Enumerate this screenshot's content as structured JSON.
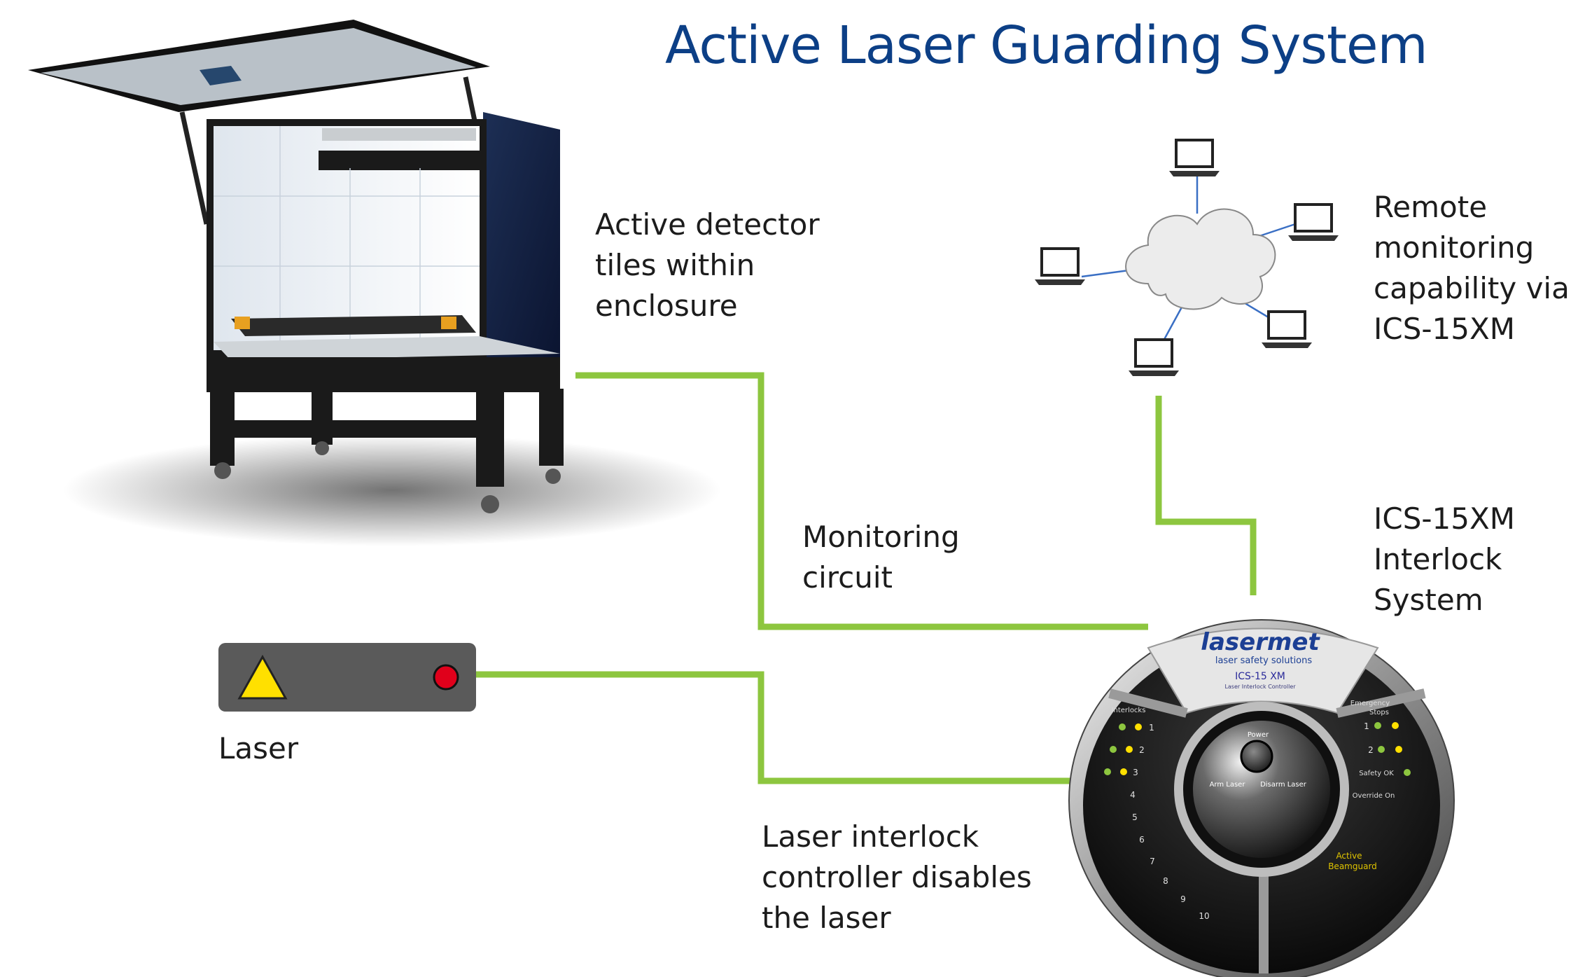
{
  "title": "Active Laser Guarding System",
  "labels": {
    "detector": [
      "Active detector",
      "tiles within",
      "enclosure"
    ],
    "remote": [
      "Remote",
      "monitoring",
      "capability via",
      "ICS-15XM"
    ],
    "monitoring": [
      "Monitoring",
      "circuit"
    ],
    "ics": [
      "ICS-15XM",
      "Interlock",
      "System"
    ],
    "laser": "Laser",
    "controller": [
      "Laser interlock",
      "controller disables",
      "the laser"
    ]
  },
  "controller_panel": {
    "brand": "lasermet",
    "tagline": "laser safety solutions",
    "model": "ICS-15 XM",
    "model_sub": "Laser Interlock Controller",
    "interlocks_label": "Interlocks",
    "interlock_numbers": [
      "1",
      "2",
      "3",
      "4",
      "5",
      "6",
      "7",
      "8",
      "9",
      "10"
    ],
    "emergency_label": [
      "Emergency",
      "Stops"
    ],
    "emergency_numbers": [
      "1",
      "2"
    ],
    "safety_ok": "Safety OK",
    "override_on": "Override On",
    "power_label": "Power",
    "arm_label": "Arm Laser",
    "disarm_label": "Disarm Laser",
    "beamguard_label": [
      "Active",
      "Beamguard"
    ]
  },
  "colors": {
    "title": "#0c3f86",
    "connector": "#8dc63f",
    "laser_box": "#5a5a5a",
    "warning_triangle": "#ffe000",
    "laser_indicator": "#e0001b",
    "network_link": "#3a6fc4"
  }
}
